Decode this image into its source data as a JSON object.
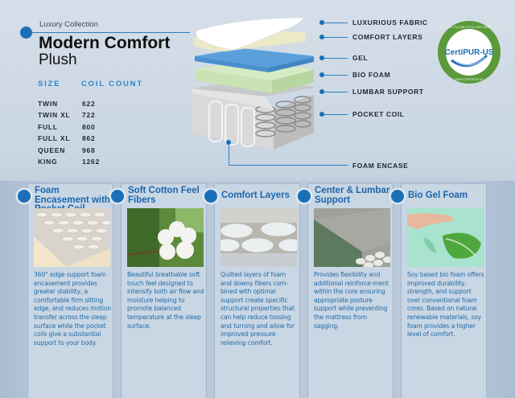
{
  "header": {
    "collection": "Luxury Collection",
    "title": "Modern Comfort",
    "subtitle": "Plush"
  },
  "size_table": {
    "headers": {
      "size": "SIZE",
      "coil_count": "COIL COUNT"
    },
    "rows": [
      {
        "size": "TWIN",
        "coil_count": "622"
      },
      {
        "size": "TWIN XL",
        "coil_count": "722"
      },
      {
        "size": "FULL",
        "coil_count": "800"
      },
      {
        "size": "FULL XL",
        "coil_count": "862"
      },
      {
        "size": "QUEEN",
        "coil_count": "968"
      },
      {
        "size": "KING",
        "coil_count": "1262"
      }
    ]
  },
  "layers": {
    "callouts": [
      {
        "label": "LUXURIOUS FABRIC"
      },
      {
        "label": "COMFORT LAYERS"
      },
      {
        "label": "GEL"
      },
      {
        "label": "BIO FOAM"
      },
      {
        "label": "LUMBAR SUPPORT"
      },
      {
        "label": "POCKET COIL"
      }
    ],
    "encase_label": "FOAM ENCASE"
  },
  "badge": {
    "name": "CertiPUR-US",
    "ring_text": "CERTIFIED FLEXIBLE POLYURETHANE FOAM",
    "url_text": "WWW.CERTIPUR.US",
    "ring_color": "#5a9a3a",
    "text_color": "#1e6fb0"
  },
  "colors": {
    "accent_blue": "#1a6fb8",
    "title_blue": "#1a66ad",
    "header_blue": "#2b86c8",
    "body_text_blue": "#1d6ba8"
  },
  "features": [
    {
      "title": "Foam Encasement with Pocket Coil",
      "image": "foam-encasement-photo",
      "body": "360° edge support foam encasement provides greater stability, a comfortable firm sitting edge, and reduces motion transfer across the sleep surface while the pocket coils give a substantial support to your body."
    },
    {
      "title": "Soft Cotton Feel Fibers",
      "image": "cotton-bolls-photo",
      "body": "Beautiful breathable soft touch feel designed to intensify both air flow and moisture helping to promote balanced temperature at the sleep surface."
    },
    {
      "title": "Comfort Layers",
      "image": "quilted-layers-photo",
      "body": "Quilted layers of foam and downy fibers com-bined with optimal support create specific structural properties that can help reduce tossing and turning and allow for improved pressure relieving comfort."
    },
    {
      "title": "Center & Lumbar Support",
      "image": "lumbar-support-photo",
      "body": "Provides flexibility and additional reinforce-ment within the core ensuring appropriate posture support while preventing the mattress from sagging."
    },
    {
      "title": "Bio Gel Foam",
      "image": "bio-gel-foam-photo",
      "body": "Soy based bio foam offers improved durability, strength, and support over conventional foam cores. Based on natural renewable materials, soy foam provides a higher level of comfort."
    }
  ]
}
